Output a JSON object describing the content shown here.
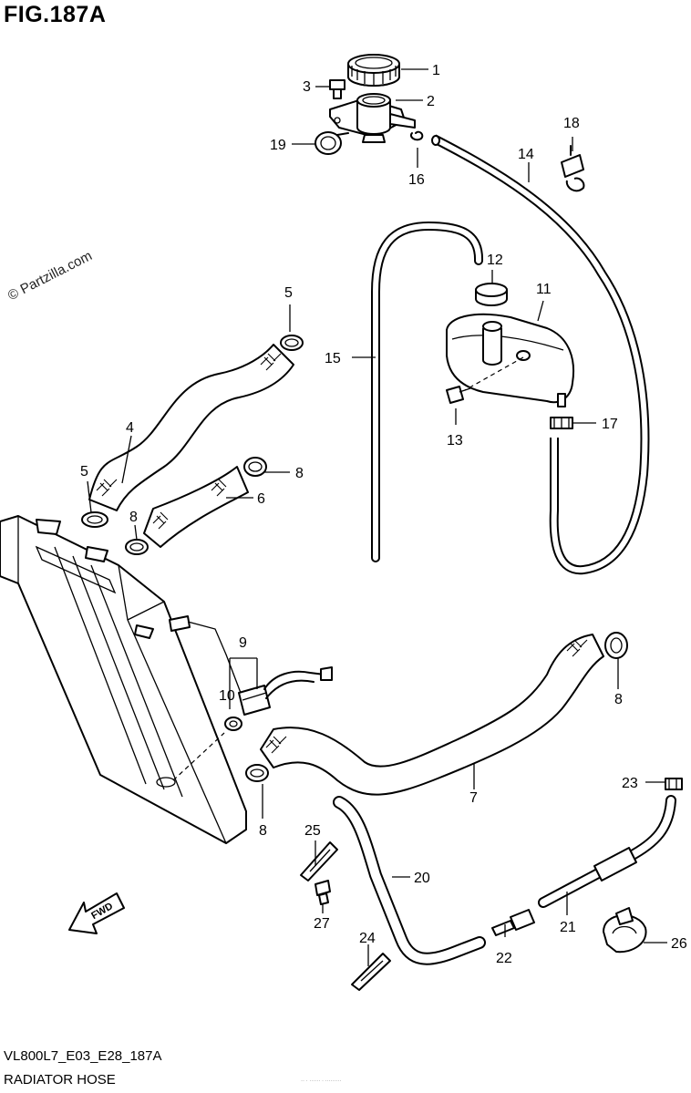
{
  "figure": {
    "title": "FIG.187A",
    "watermark": "© Partzilla.com",
    "footer_code": "VL800L7_E03_E28_187A",
    "footer_name": "RADIATOR HOSE",
    "fine_print": "·· · ······ · ·········"
  },
  "fwd_label": "FWD",
  "callouts": [
    {
      "id": "c1",
      "label": "1"
    },
    {
      "id": "c2",
      "label": "2"
    },
    {
      "id": "c3",
      "label": "3"
    },
    {
      "id": "c4",
      "label": "4"
    },
    {
      "id": "c5a",
      "label": "5"
    },
    {
      "id": "c5b",
      "label": "5"
    },
    {
      "id": "c6",
      "label": "6"
    },
    {
      "id": "c7",
      "label": "7"
    },
    {
      "id": "c8a",
      "label": "8"
    },
    {
      "id": "c8b",
      "label": "8"
    },
    {
      "id": "c8c",
      "label": "8"
    },
    {
      "id": "c8d",
      "label": "8"
    },
    {
      "id": "c9",
      "label": "9"
    },
    {
      "id": "c10",
      "label": "10"
    },
    {
      "id": "c11",
      "label": "11"
    },
    {
      "id": "c12",
      "label": "12"
    },
    {
      "id": "c13",
      "label": "13"
    },
    {
      "id": "c14",
      "label": "14"
    },
    {
      "id": "c15",
      "label": "15"
    },
    {
      "id": "c16",
      "label": "16"
    },
    {
      "id": "c17",
      "label": "17"
    },
    {
      "id": "c18",
      "label": "18"
    },
    {
      "id": "c19",
      "label": "19"
    },
    {
      "id": "c20",
      "label": "20"
    },
    {
      "id": "c21",
      "label": "21"
    },
    {
      "id": "c22",
      "label": "22"
    },
    {
      "id": "c23",
      "label": "23"
    },
    {
      "id": "c24",
      "label": "24"
    },
    {
      "id": "c25",
      "label": "25"
    },
    {
      "id": "c26",
      "label": "26"
    },
    {
      "id": "c27",
      "label": "27"
    }
  ]
}
